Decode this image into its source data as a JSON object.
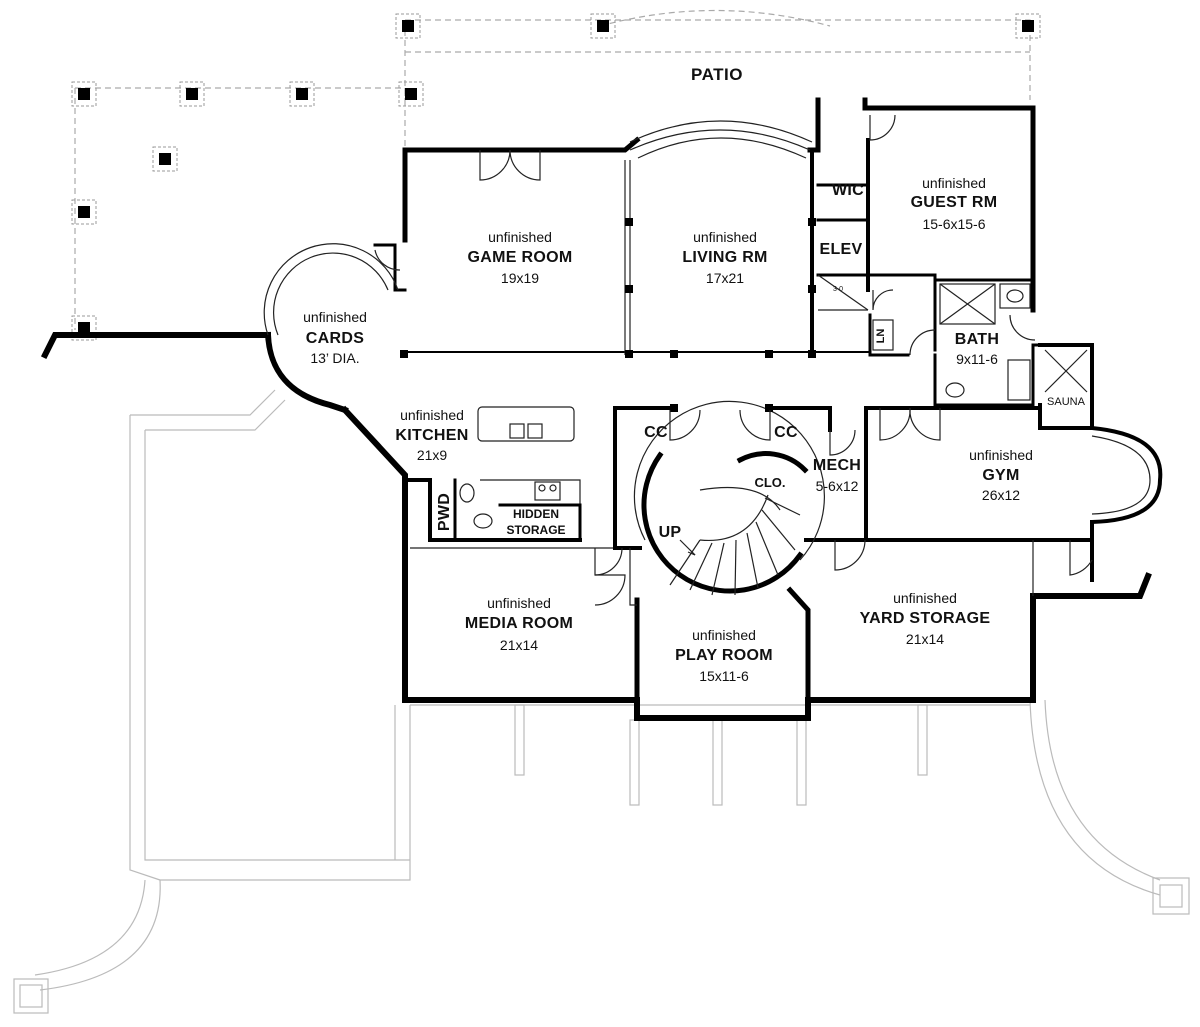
{
  "plan": {
    "outdoor": {
      "patio": "PATIO"
    },
    "rooms": {
      "game_room": {
        "status": "unfinished",
        "name": "GAME ROOM",
        "size": "19x19"
      },
      "living_rm": {
        "status": "unfinished",
        "name": "LIVING RM",
        "size": "17x21"
      },
      "guest_rm": {
        "status": "unfinished",
        "name": "GUEST RM",
        "size": "15-6x15-6"
      },
      "cards": {
        "status": "unfinished",
        "name": "CARDS",
        "size": "13’ DIA."
      },
      "kitchen": {
        "status": "unfinished",
        "name": "KITCHEN",
        "size": "21x9"
      },
      "bath": {
        "name": "BATH",
        "size": "9x11-6"
      },
      "mech": {
        "name": "MECH",
        "size": "5-6x12"
      },
      "gym": {
        "status": "unfinished",
        "name": "GYM",
        "size": "26x12"
      },
      "media_room": {
        "status": "unfinished",
        "name": "MEDIA ROOM",
        "size": "21x14"
      },
      "play_room": {
        "status": "unfinished",
        "name": "PLAY ROOM",
        "size": "15x11-6"
      },
      "yard_storage": {
        "status": "unfinished",
        "name": "YARD STORAGE",
        "size": "21x14"
      }
    },
    "small_labels": {
      "wic": "WIC",
      "elev": "ELEV",
      "ln": "LN",
      "sauna": "SAUNA",
      "cc_left": "CC",
      "cc_right": "CC",
      "clo": "CLO.",
      "pwd": "PWD",
      "hidden": "HIDDEN",
      "storage": "STORAGE",
      "up": "UP",
      "elev_dim": "3-0"
    }
  }
}
